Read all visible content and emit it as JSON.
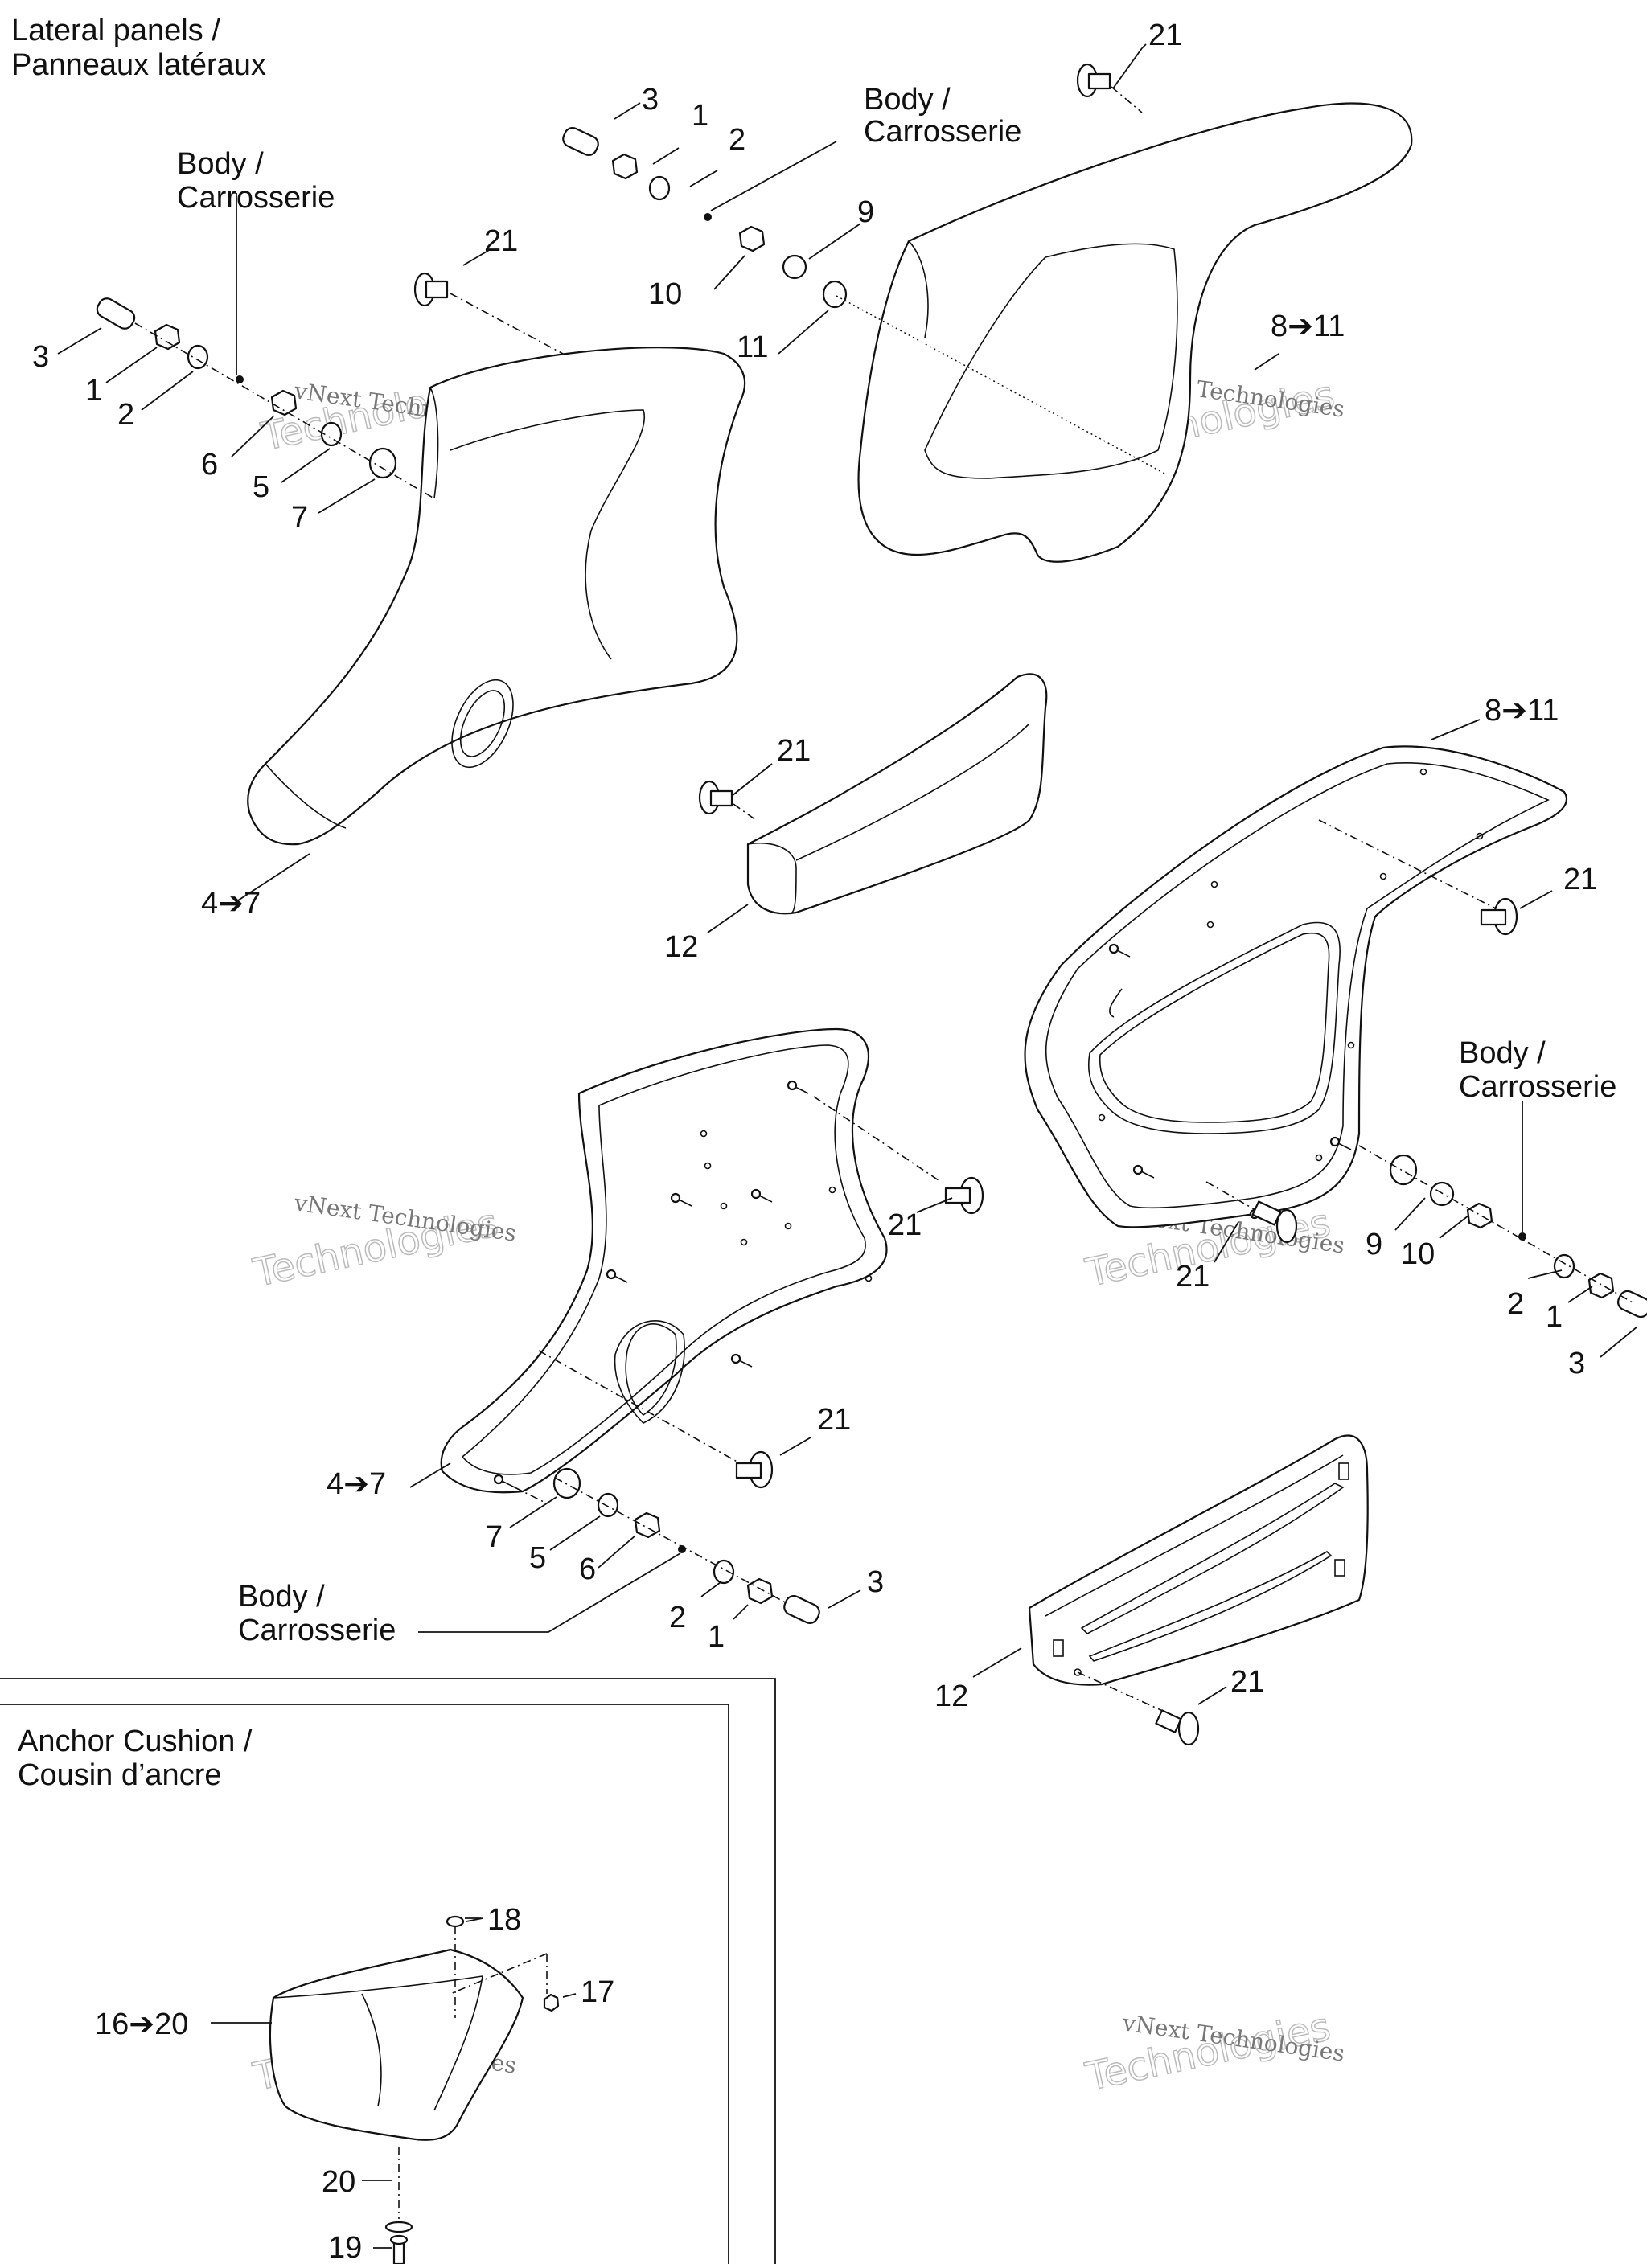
{
  "headers": {
    "lateral_panels_line1": "Lateral panels /",
    "lateral_panels_line2": "Panneaux latéraux",
    "anchor_cushion_line1": "Anchor Cushion /",
    "anchor_cushion_line2": "Cousin d’ancre"
  },
  "body_label": {
    "line1": "Body /",
    "line2": "Carrosserie"
  },
  "watermark": {
    "line1": "vNext Technologies",
    "line2": "Technologies",
    "overlay": "vNext"
  },
  "callouts": {
    "p1": "1",
    "p2": "2",
    "p3": "3",
    "p5": "5",
    "p6": "6",
    "p7": "7",
    "p9": "9",
    "p10": "10",
    "p11": "11",
    "p12": "12",
    "p17": "17",
    "p18": "18",
    "p19": "19",
    "p20": "20",
    "p21": "21",
    "r4_7": "4➔7",
    "r8_11": "8➔11",
    "r16_20": "16➔20"
  }
}
